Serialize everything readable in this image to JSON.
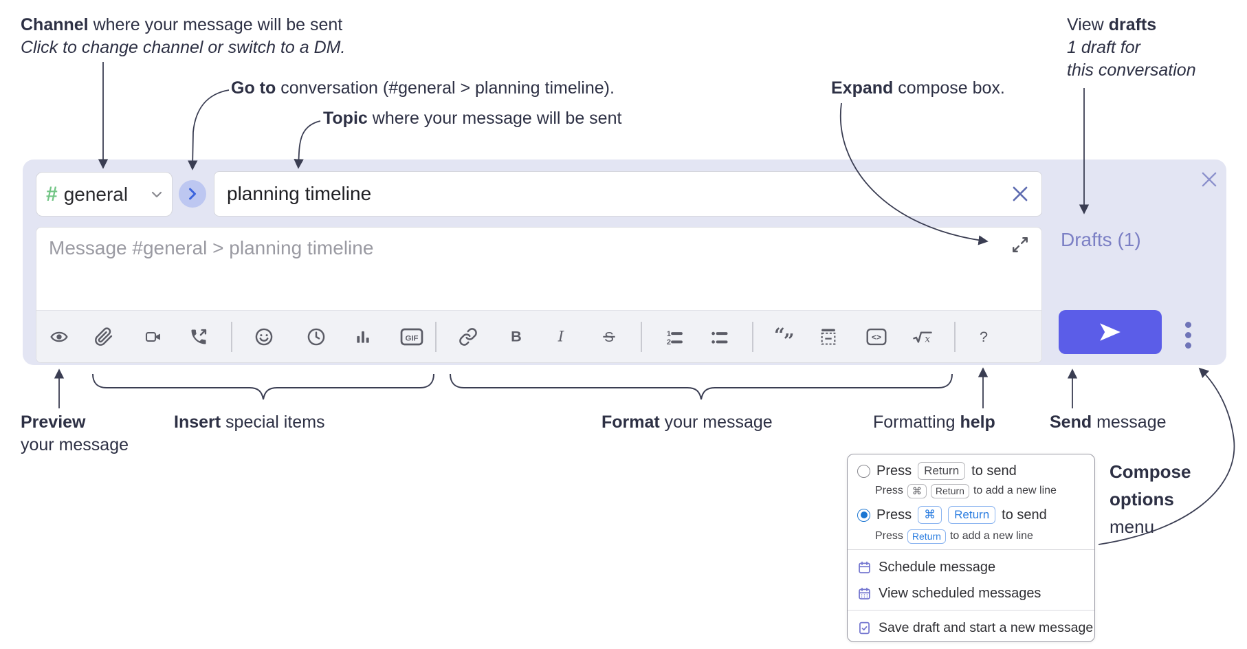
{
  "annotations": {
    "channel_line1_bold": "Channel",
    "channel_line1_rest": " where your message will be sent",
    "channel_line2": "Click to change channel or switch to a DM.",
    "goto_bold": "Go to",
    "goto_rest": " conversation (#general > planning timeline).",
    "topic_bold": "Topic",
    "topic_rest": " where your message will be sent",
    "expand_bold": "Expand",
    "expand_rest": " compose box.",
    "drafts_line1_pre": "View ",
    "drafts_line1_bold": "drafts",
    "drafts_line2": "1 draft for",
    "drafts_line3": "this conversation",
    "preview_bold": "Preview",
    "preview_line2": "your message",
    "insert_bold": "Insert",
    "insert_rest": " special items",
    "format_bold": "Format",
    "format_rest": " your message",
    "help_pre": "Formatting ",
    "help_bold": "help",
    "send_bold": "Send",
    "send_rest": " message",
    "compose_opts_line1": "Compose",
    "compose_opts_line2": "options",
    "compose_opts_line3": "menu"
  },
  "compose": {
    "channel_hash": "#",
    "channel_name": "general",
    "topic_value": "planning timeline",
    "message_placeholder": "Message #general > planning timeline",
    "drafts_link": "Drafts (1)",
    "gif_label": "GIF",
    "toolbar_icons": [
      "preview-icon",
      "attach-file-icon",
      "video-call-icon",
      "voice-call-icon",
      "emoji-icon",
      "time-icon",
      "poll-icon",
      "gif-icon",
      "link-icon",
      "bold-icon",
      "italic-icon",
      "strikethrough-icon",
      "numbered-list-icon",
      "bulleted-list-icon",
      "quote-icon",
      "spoiler-icon",
      "code-icon",
      "math-icon",
      "help-icon"
    ],
    "colors": {
      "box_bg": "#e3e5f3",
      "send_button": "#5b5de8",
      "hash_green": "#72c585",
      "drafts_link": "#7b7fc4",
      "goto_circle_bg": "#bdc7f1",
      "goto_chevron_blue": "#3c64dd"
    }
  },
  "popup": {
    "option1": {
      "press": "Press",
      "key": "Return",
      "suffix": "to send",
      "sub_press": "Press",
      "sub_key1": "⌘",
      "sub_key2": "Return",
      "sub_suffix": "to add a new line"
    },
    "option2": {
      "press": "Press",
      "key1": "⌘",
      "key2": "Return",
      "suffix": "to send",
      "sub_press": "Press",
      "sub_key": "Return",
      "sub_suffix": "to add a new line"
    },
    "schedule_label": "Schedule message",
    "view_scheduled_label": "View scheduled messages",
    "save_draft_label": "Save draft and start a new message"
  }
}
